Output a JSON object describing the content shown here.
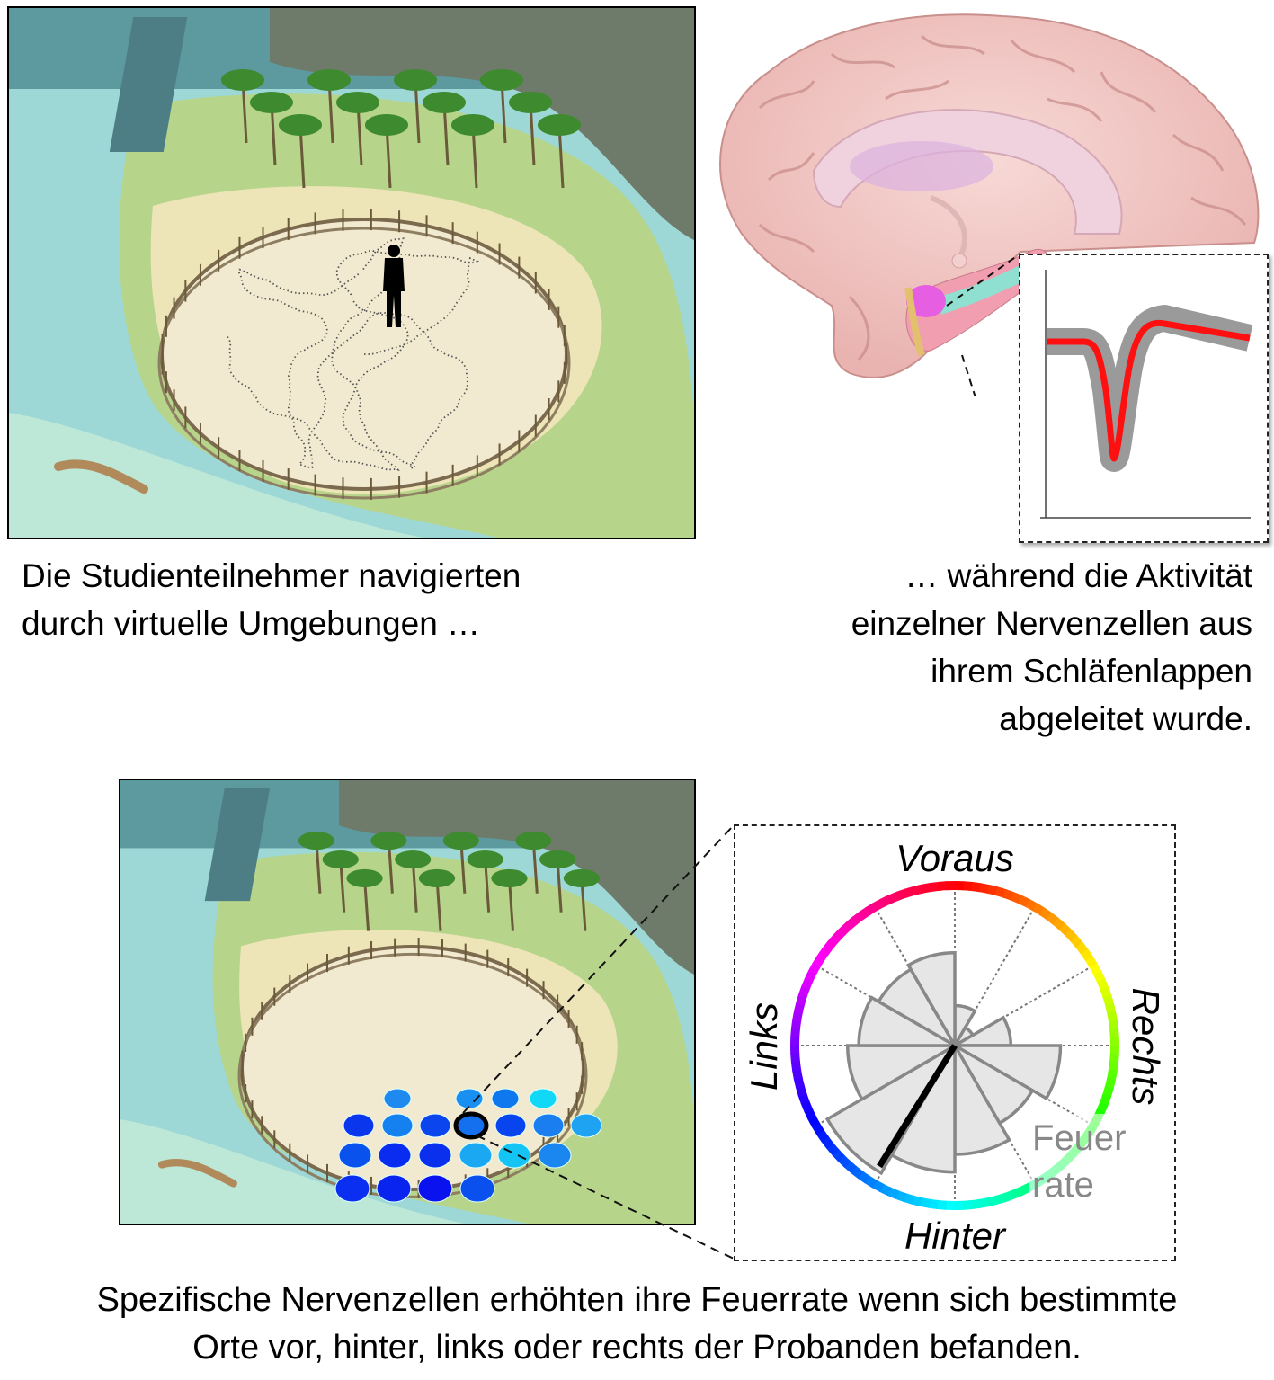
{
  "captions": {
    "top_left": [
      "Die Studienteilnehmer navigierten",
      "durch virtuelle Umgebungen …"
    ],
    "top_right": [
      "… während die Aktivität",
      "einzelner Nervenzellen aus",
      "ihrem Schläfenlappen",
      "abgeleitet wurde."
    ],
    "bottom": [
      "Spezifische Nervenzellen erhöhten ihre Feuerrate wenn sich bestimmte",
      "Orte vor, hinter, links oder rechts der Probanden befanden."
    ]
  },
  "polar_plot": {
    "labels": {
      "front": "Voraus",
      "back": "Hinter",
      "left": "Links",
      "right": "Rechts",
      "rate_line1": "Feuer",
      "rate_line2": "rate"
    },
    "sector_width_deg": 30,
    "sector_start_deg": [
      0,
      30,
      60,
      90,
      120,
      150,
      180,
      210,
      240,
      270,
      300,
      330
    ],
    "firing_rate_normalized": [
      0.25,
      0.13,
      0.35,
      0.66,
      0.56,
      0.68,
      0.79,
      0.92,
      0.67,
      0.6,
      0.55,
      0.58
    ],
    "preferred_direction_deg": 212,
    "preferred_direction_length": 0.89
  },
  "place_field_colors": {
    "rows": [
      [
        "#1e8af0",
        "#1a8ff2",
        "#0f78ef",
        "#12d8f7"
      ],
      [
        "#0a37ee",
        "#1580f0",
        "#0a45ee",
        "#1470ef",
        "#0845ee",
        "#1a7ef0",
        "#1da3f2"
      ],
      [
        "#0a52ee",
        "#0a2cf0",
        "#0a30ee",
        "#1aa8f2",
        "#14c4f5",
        "#1a86f0"
      ],
      [
        "#0a2ff0",
        "#0a24f0",
        "#0a12f0",
        "#0a50ee"
      ]
    ],
    "highlight": "1.3"
  }
}
